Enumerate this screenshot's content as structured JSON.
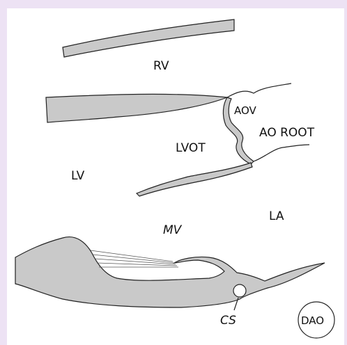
{
  "diagram": {
    "labels": {
      "rv": "RV",
      "aov": "AOV",
      "ao_root": "AO ROOT",
      "lvot": "LVOT",
      "lv": "LV",
      "la": "LA",
      "mv": "MV",
      "cs": "CS",
      "dao": "DAO"
    },
    "colors": {
      "background_border": "#ede2f4",
      "canvas": "#ffffff",
      "tissue_fill": "#c9c9c9",
      "outline": "#222222"
    }
  }
}
